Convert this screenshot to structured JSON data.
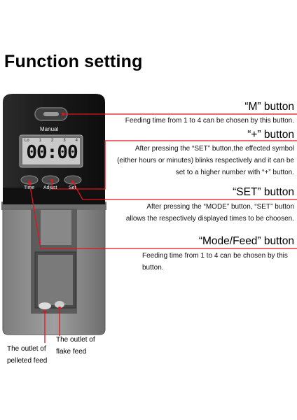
{
  "title": "Function setting",
  "device": {
    "mode_label": "Manual",
    "lcd_digits": "00:00",
    "level_labels": [
      "Lo",
      "1",
      "2",
      "3",
      "4"
    ],
    "button_labels": [
      "Time",
      "Adjust",
      "Set"
    ]
  },
  "callouts": [
    {
      "label": "“M” button",
      "desc": [
        "Feeding time from 1 to 4 can be chosen by this button."
      ]
    },
    {
      "label": "“+” button",
      "desc": [
        "After pressing the “SET” button,the effected symbol",
        "(either hours or minutes) blinks respectively and it can be",
        "set to a higher number with “+” button."
      ]
    },
    {
      "label": "“SET” button",
      "desc": [
        "After pressing the “MODE” button, “SET” button",
        "allows the respectively displayed times to be choosen."
      ]
    },
    {
      "label": "“Mode/Feed” button",
      "desc": [
        "Feeding time from 1 to 4 can be chosen by this",
        "button."
      ]
    }
  ],
  "outlets": {
    "pelleted": [
      "The outlet of",
      "pelleted feed"
    ],
    "flake": [
      "The outlet of",
      "flake feed"
    ]
  },
  "colors": {
    "callout_line": "#e0141e",
    "device_top": "#1a1a1a",
    "device_body": "#8c8c8c"
  }
}
